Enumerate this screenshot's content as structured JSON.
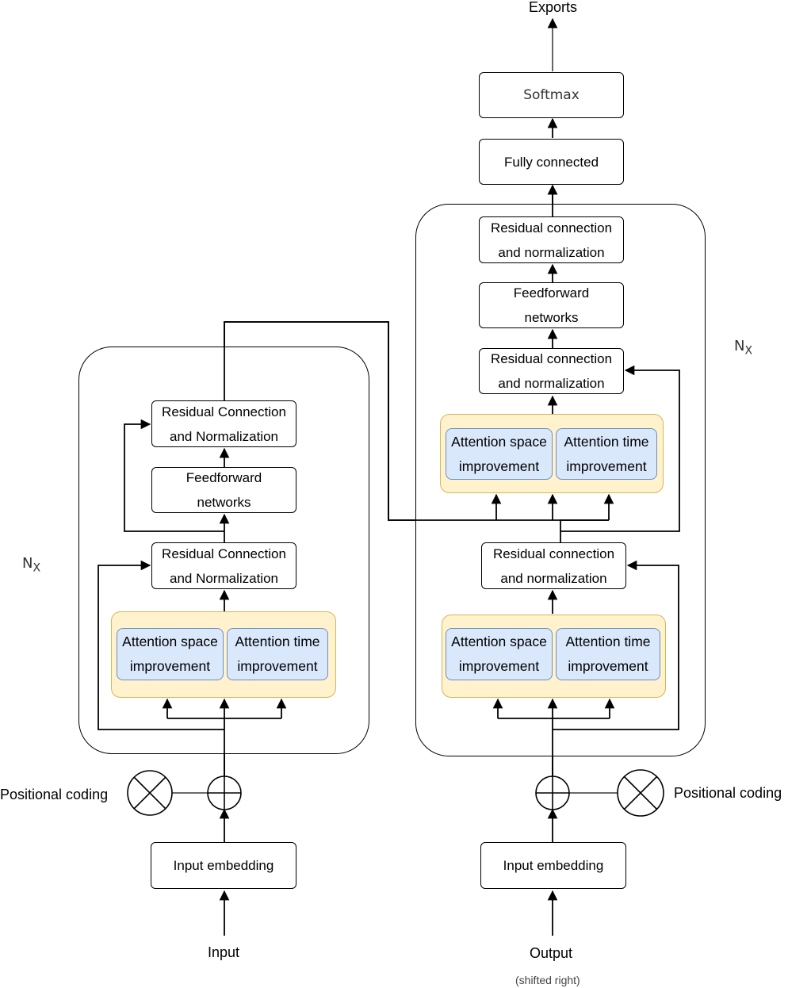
{
  "output": {
    "exports": "Exports",
    "softmax": "Softmax",
    "fully_connected": "Fully connected"
  },
  "encoder": {
    "repeat_label": "N",
    "repeat_sub": "X",
    "residual_top": "Residual Connection\nand Normalization",
    "feedforward": "Feedforward\nnetworks",
    "residual_bottom": "Residual Connection\nand Normalization",
    "attention_space": "Attention space\nimprovement",
    "attention_time": "Attention time\nimprovement",
    "positional_coding": "Positional coding",
    "input_embedding": "Input embedding",
    "input": "Input"
  },
  "decoder": {
    "repeat_label": "N",
    "repeat_sub": "X",
    "residual_top": "Residual connection\nand normalization",
    "feedforward": "Feedforward\nnetworks",
    "residual_middle": "Residual connection\nand normalization",
    "cross_attention_space": "Attention space\nimprovement",
    "cross_attention_time": "Attention time\nimprovement",
    "residual_bottom": "Residual connection\nand normalization",
    "self_attention_space": "Attention space\nimprovement",
    "self_attention_time": "Attention time\nimprovement",
    "positional_coding": "Positional coding",
    "input_embedding": "Input embedding",
    "output": "Output",
    "output_note": "(shifted right)"
  }
}
